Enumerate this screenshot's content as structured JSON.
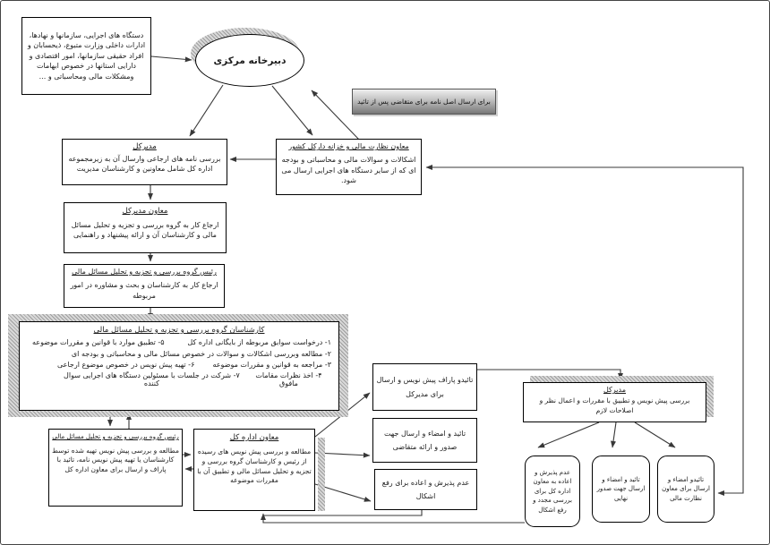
{
  "colors": {
    "background": "#ffffff",
    "frame": "#444444",
    "box_border": "#000000",
    "hatch_gray": "#9e9e9e",
    "line": "#383838",
    "banner_top": "#efefef",
    "banner_bottom": "#777777"
  },
  "nodes": {
    "agencies": {
      "body": "دستگاه های اجرایی، سازمانها و نهادها، ادارات داخلی وزارت متبوع، ذیحسابان و افراد حقیقی سازمانها، امور اقتصادی و دارایی استانها در خصوص ابهامات ومشکلات مالی ومحاسباتی و ..."
    },
    "secretariat": {
      "label": "دبیرخانه مرکزی"
    },
    "banner": {
      "label": "برای ارسال اصل نامه برای متقاضی پس از تائید"
    },
    "deputy_supervision": {
      "header": "معاون نظارت مالی و خزانه دارکل کشور",
      "body": "اشکالات و سوالات مالی و محاسباتی و بودجه ای که از سایر دستگاه های اجرایی ارسال می شود."
    },
    "director_general": {
      "header": "مدیرکل",
      "body": "بررسی نامه های ارجاعی وارسال آن به زیرمجموعه اداره کل شامل معاونین و کارشناسان مدیریت"
    },
    "deputy_dg": {
      "header": "معاون مدیرکل",
      "body": "ارجاع کار به گروه بررسی و تجزیه و تحلیل مسائل مالی و کارشناسان آن و ارائه پیشنهاد و راهنمایی"
    },
    "group_head": {
      "header": "رئیس گروه بررسی و تجزیه و تحلیل مسائل مالی",
      "body": "ارجاع کار به کارشناسان و بحث و مشاوره در امور مربوطه"
    },
    "experts": {
      "header": "کارشناسان گروه بررسی و تجزیه و تحلیل مسائل مالی",
      "items": [
        "۱- درخواست سوابق مربوطه از بایگانی اداره کل",
        "۲- مطالعه وبررسی اشکالات و سوالات در خصوص مسائل مالی و محاسباتی و بودجه ای",
        "۳- مراجعه به قوانین و مقررات موضوعه",
        "۴- اخذ نظرات مقامات مافوق",
        "۵- تطبیق موارد با قوانین و مقررات موضوعه",
        "۶- تهیه پیش نویس در خصوص موضوع ارجاعی",
        "۷- شرکت در جلسات با مسئولین دستگاه های اجرایی سوال کننده"
      ]
    },
    "group_head_review": {
      "header": "رئیس گروه بررسی و تجزیه و تحلیل مسائل مالی",
      "body": "مطالعه و بررسی پیش نویس تهیه شده توسط کارشناسان یا تهیه پیش نویس نامه، تائید با پاراف و ارسال برای معاون اداره کل"
    },
    "deputy_office": {
      "header": "معاون اداره کل",
      "body": "مطالعه و بررسی پیش نویس های رسیده از رئیس و کارشناسان گروه بررسی و تجزیه و تحلیل مسائل مالی و تطبیق آن با مقررات موضوعه"
    },
    "approve_paraph": {
      "body": "تائیدو پاراف پیش نویس و ارسال برای مدیرکل"
    },
    "approve_sign_issue": {
      "body": "تائید و امضاء و ارسال جهت صدور و ارائه متقاضی"
    },
    "reject_fix": {
      "body": "عدم پذیرش و اعاده برای رفع اشکال"
    },
    "dg_review": {
      "header": "مدیرکل",
      "body": "بررسی پیش نویس و تطبیق با مقررات و اعمال نظر و اصلاحات لازم"
    },
    "reject_return": {
      "body": "عدم پذیرش و اعاده به معاون اداره کل برای بررسی مجدد و رفع اشکال"
    },
    "final_issue": {
      "body": "تائید و امضاء و ارسال جهت صدور نهایی"
    },
    "send_supervision": {
      "body": "تائیدو امضاء و ارسال برای معاون نظارت مالی"
    }
  }
}
